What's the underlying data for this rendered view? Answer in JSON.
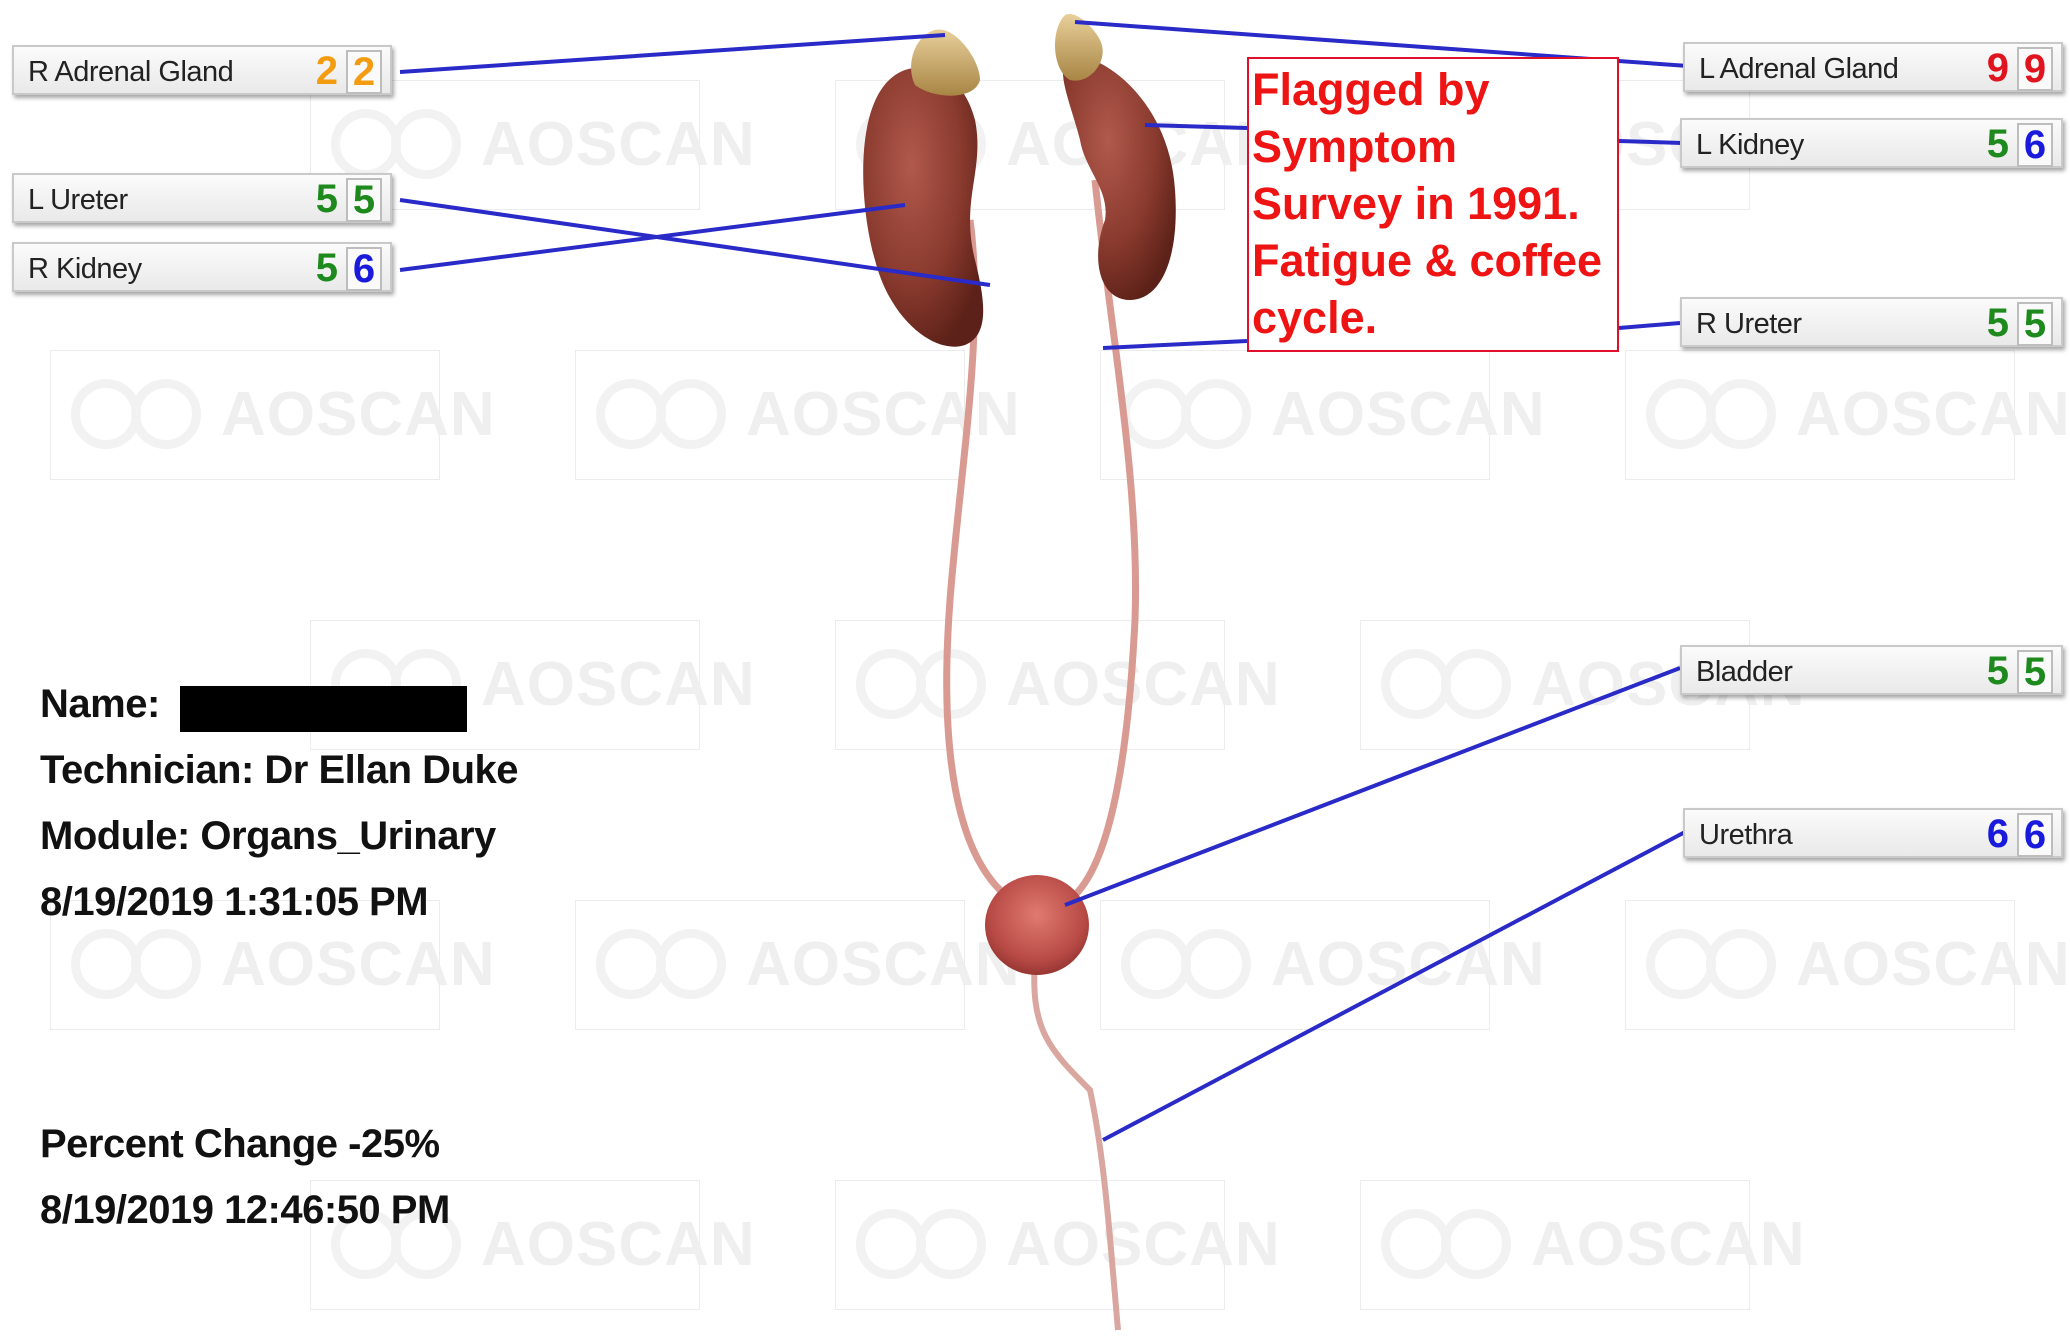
{
  "watermark": {
    "text": "AOSCAN"
  },
  "labels": {
    "r_adrenal": {
      "name": "R Adrenal Gland",
      "current": "2",
      "previous": "2",
      "color_current": "#f39c12",
      "color_previous": "#f39c12"
    },
    "l_ureter": {
      "name": "L  Ureter",
      "current": "5",
      "previous": "5",
      "color_current": "#1e8a1e",
      "color_previous": "#1e8a1e"
    },
    "r_kidney": {
      "name": "R Kidney",
      "current": "5",
      "previous": "6",
      "color_current": "#1e8a1e",
      "color_previous": "#1a1adc"
    },
    "l_adrenal": {
      "name": "L Adrenal Gland",
      "current": "9",
      "previous": "9",
      "color_current": "#e0141e",
      "color_previous": "#e0141e"
    },
    "l_kidney": {
      "name": "L Kidney",
      "current": "5",
      "previous": "6",
      "color_current": "#1e8a1e",
      "color_previous": "#1a1adc"
    },
    "r_ureter": {
      "name": "R  Ureter",
      "current": "5",
      "previous": "5",
      "color_current": "#1e8a1e",
      "color_previous": "#1e8a1e"
    },
    "bladder": {
      "name": "Bladder",
      "current": "5",
      "previous": "5",
      "color_current": "#1e8a1e",
      "color_previous": "#1e8a1e"
    },
    "urethra": {
      "name": "Urethra",
      "current": "6",
      "previous": "6",
      "color_current": "#1a1adc",
      "color_previous": "#1a1adc"
    }
  },
  "note": {
    "text": "Flagged by Symptom Survey in 1991. Fatigue & coffee cycle."
  },
  "info": {
    "name_label": "Name:",
    "technician": "Technician:  Dr Ellan Duke",
    "module": "Module:  Organs_Urinary",
    "scan_datetime": "8/19/2019 1:31:05 PM",
    "percent_change": "Percent Change  -25%",
    "baseline_datetime": "8/19/2019 12:46:50 PM"
  },
  "colors": {
    "leader_line": "#2a2ac8",
    "note_red": "#ee1414",
    "organ": "#8a3a2e"
  }
}
